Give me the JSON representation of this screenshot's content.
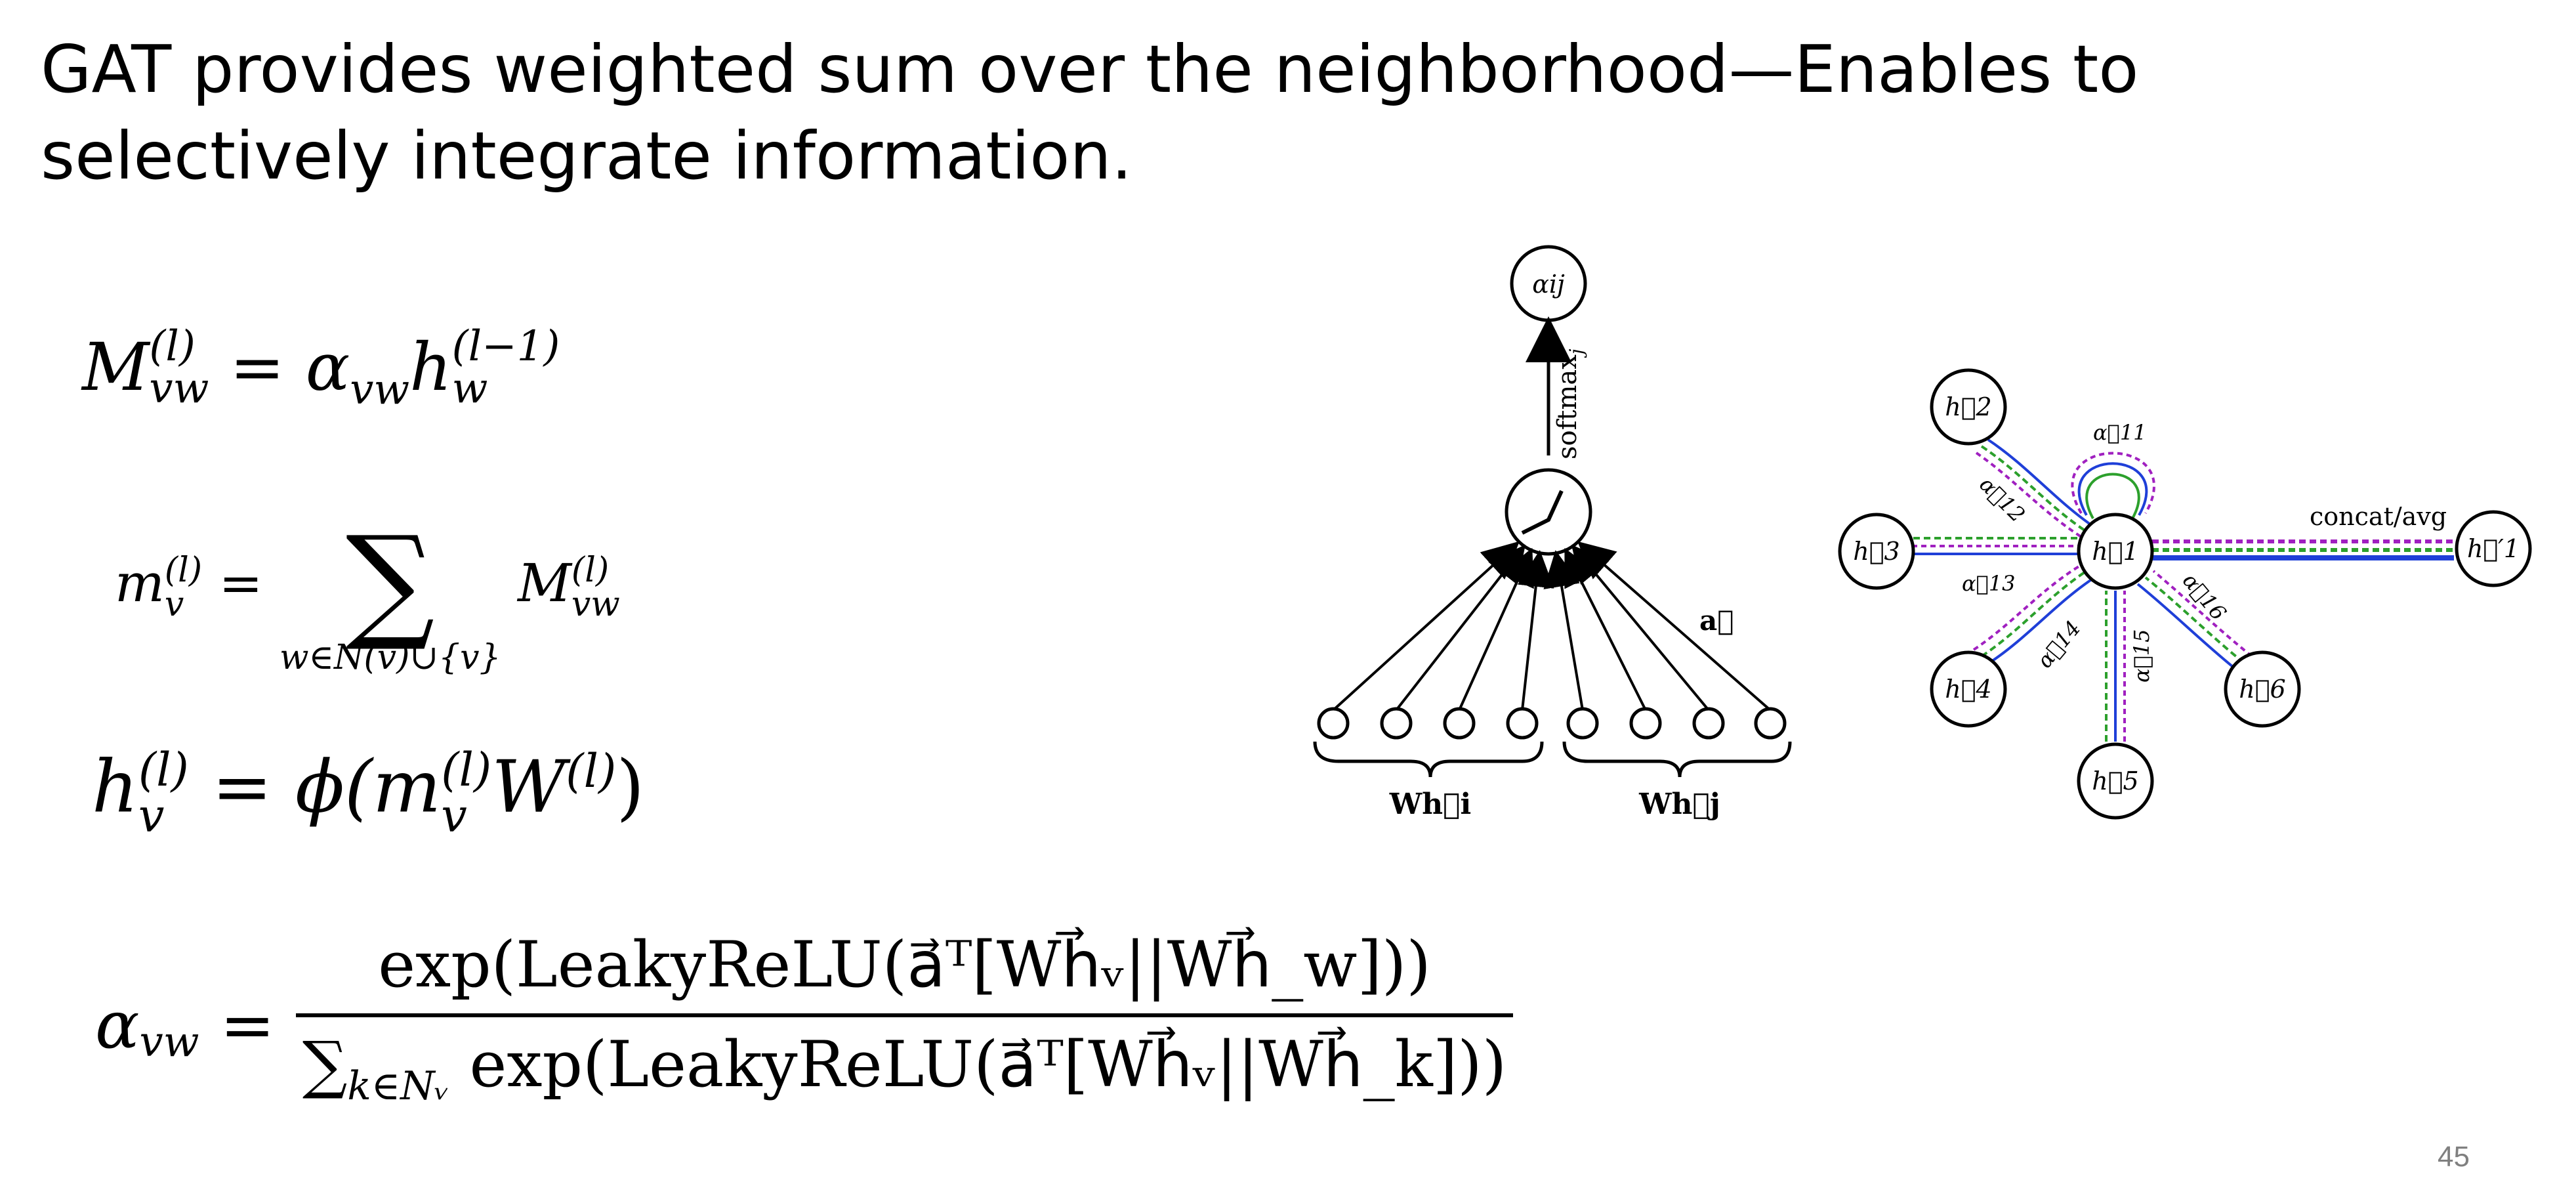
{
  "slide": {
    "title": "GAT provides weighted sum over the neighborhood—Enables to selectively integrate information.",
    "page_number": "45"
  },
  "equations": {
    "eq1_lhs": "M",
    "eq1_lhs_sup": "(l)",
    "eq1_lhs_sub": "vw",
    "eq1_eq": "=",
    "eq1_alpha": "α",
    "eq1_alpha_sub": "vw",
    "eq1_h": "h",
    "eq1_h_sup": "(l−1)",
    "eq1_h_sub": "w",
    "eq2_lhs": "m",
    "eq2_lhs_sup": "(l)",
    "eq2_lhs_sub": "v",
    "eq2_eq": "=",
    "eq2_sum": "∑",
    "eq2_sum_sub": "w∈N(v)∪{v}",
    "eq2_M": "M",
    "eq2_M_sup": "(l)",
    "eq2_M_sub": "vw",
    "eq3_h": "h",
    "eq3_h_sup": "(l)",
    "eq3_h_sub": "v",
    "eq3_rhs": "= ϕ(m",
    "eq3_m_sup": "(l)",
    "eq3_m_sub": "v",
    "eq3_W": "W",
    "eq3_W_sup": "(l)",
    "eq3_close": ")",
    "eq4_lhs": "α",
    "eq4_lhs_sub": "vw",
    "eq4_eq": "=",
    "eq4_num": "exp(LeakyReLU(a⃗ᵀ[Wh⃗ᵥ||Wh⃗_w]))",
    "eq4_den_sum": "∑",
    "eq4_den_sub": "k∈Nᵥ",
    "eq4_den": "exp(LeakyReLU(a⃗ᵀ[Wh⃗ᵥ||Wh⃗_k]))"
  },
  "diagram_left": {
    "top_node": "αij",
    "edge_label": "softmax",
    "edge_label_sub": "j",
    "vector_label": "a⃗",
    "left_group_label": "Wh⃗i",
    "right_group_label": "Wh⃗j"
  },
  "diagram_right": {
    "center": "h⃗1",
    "nodes": [
      "h⃗2",
      "h⃗3",
      "h⃗4",
      "h⃗5",
      "h⃗6"
    ],
    "output": "h⃗′1",
    "output_label": "concat/avg",
    "edge_labels": [
      "α⃗11",
      "α⃗12",
      "α⃗13",
      "α⃗14",
      "α⃗15",
      "α⃗16"
    ]
  },
  "colors": {
    "green": "#2ca02c",
    "blue": "#1f3fd8",
    "purple": "#a020c0",
    "pagenum": "#808080"
  }
}
